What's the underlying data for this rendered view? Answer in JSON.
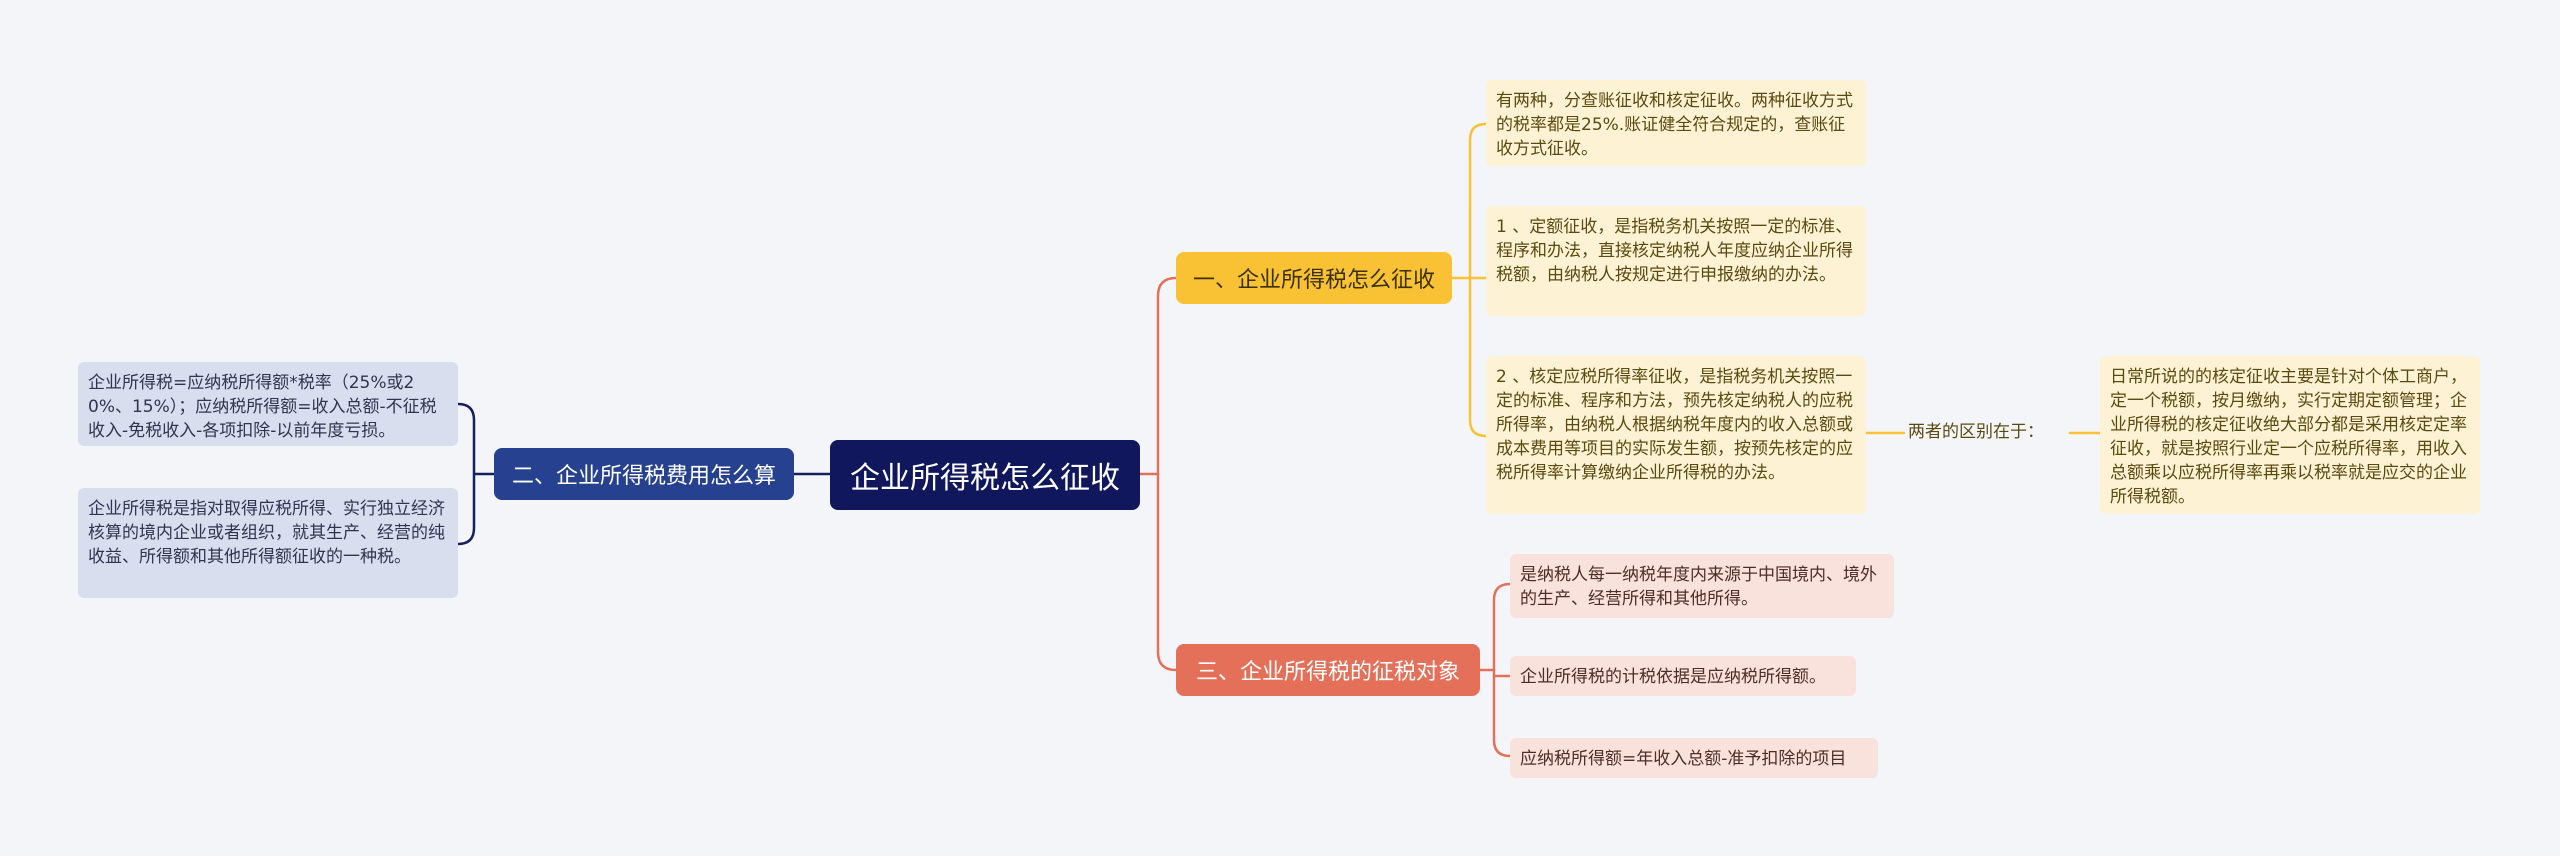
{
  "root": {
    "label": "企业所得税怎么征收"
  },
  "branches": {
    "left": {
      "label": "二、企业所得税费用怎么算",
      "items": [
        "企业所得税=应纳税所得额*税率（25%或20%、15%）；应纳税所得额=收入总额-不征税收入-免税收入-各项扣除-以前年度亏损。",
        "企业所得税是指对取得应税所得、实行独立经济核算的境内企业或者组织，就其生产、经营的纯收益、所得额和其他所得额征收的一种税。"
      ]
    },
    "top_right": {
      "label": "一、企业所得税怎么征收",
      "items": [
        "有两种，分查账征收和核定征收。两种征收方式的税率都是25%.账证健全符合规定的，查账征收方式征收。",
        "1 、定额征收，是指税务机关按照一定的标准、程序和办法，直接核定纳税人年度应纳企业所得税额，由纳税人按规定进行申报缴纳的办法。",
        "2 、核定应税所得率征收，是指税务机关按照一定的标准、程序和方法，预先核定纳税人的应税所得率，由纳税人根据纳税年度内的收入总额或成本费用等项目的实际发生额，按预先核定的应税所得率计算缴纳企业所得税的办法。"
      ],
      "sub_label": "两者的区别在于：",
      "sub_item": "日常所说的的核定征收主要是针对个体工商户，定一个税额，按月缴纳，实行定期定额管理；企业所得税的核定征收绝大部分都是采用核定定率征收，就是按照行业定一个应税所得率，用收入总额乘以应税所得率再乘以税率就是应交的企业所得税额。"
    },
    "bottom_right": {
      "label": "三、企业所得税的征税对象",
      "items": [
        "是纳税人每一纳税年度内来源于中国境内、境外的生产、经营所得和其他所得。",
        "企业所得税的计税依据是应纳税所得额。",
        "应纳税所得额=年收入总额-准予扣除的项目"
      ]
    }
  },
  "colors": {
    "root": "#10175d",
    "blue": "#26418f",
    "yellow": "#f9c234",
    "red": "#e4705a"
  }
}
